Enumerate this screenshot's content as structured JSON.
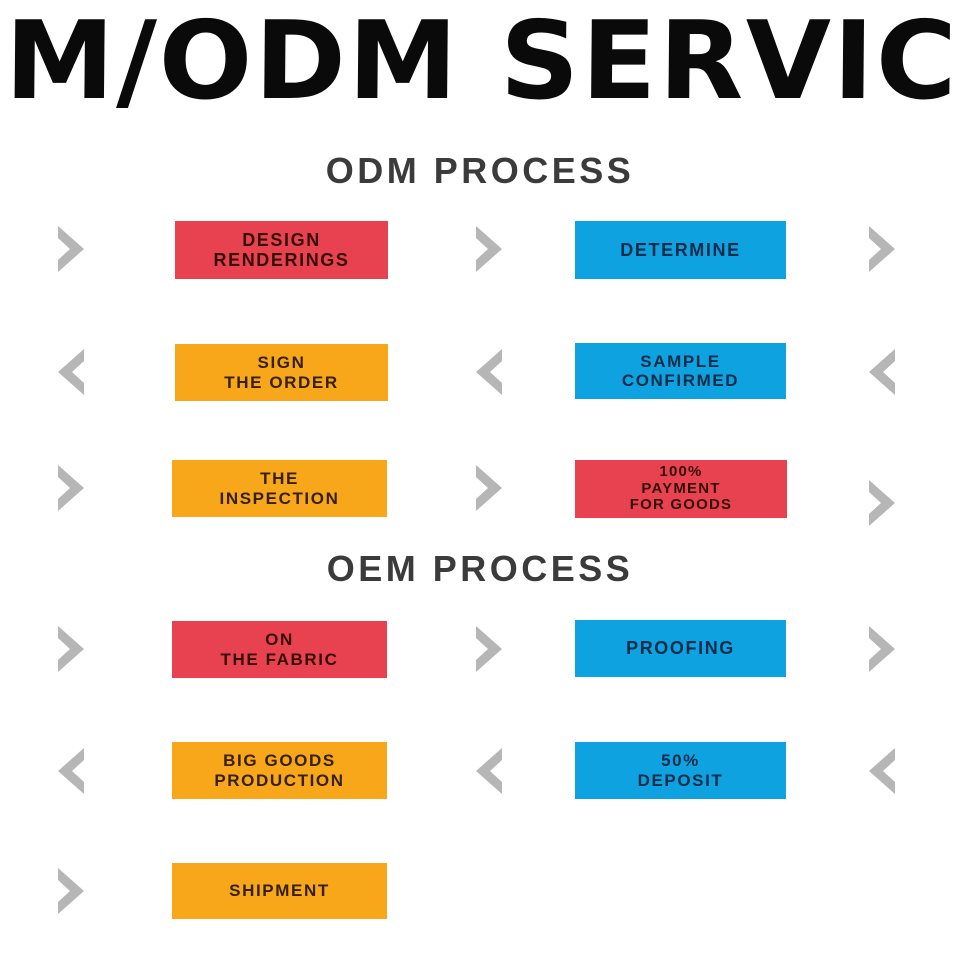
{
  "banner": {
    "title": "EM/ODM  SERVIC",
    "full_title_implied": "OEM/ODM SERVICE"
  },
  "sections": [
    {
      "id": "odm",
      "heading": "ODM PROCESS"
    },
    {
      "id": "oem",
      "heading": "OEM PROCESS"
    }
  ],
  "colors": {
    "red": "#e8414f",
    "orange": "#f8a61a",
    "blue": "#0fa2e0",
    "arrow_gray": "#b6b6b6",
    "heading_gray": "#3b3b3b",
    "background": "#ffffff"
  },
  "odm_steps": [
    {
      "label": "DESIGN\nRENDERINGS",
      "color": "red",
      "row": 1,
      "column": "left"
    },
    {
      "label": "DETERMINE",
      "color": "blue",
      "row": 1,
      "column": "right"
    },
    {
      "label": "SIGN\nTHE ORDER",
      "color": "orange",
      "row": 2,
      "column": "left"
    },
    {
      "label": "SAMPLE\nCONFIRMED",
      "color": "blue",
      "row": 2,
      "column": "right"
    },
    {
      "label": "THE\nINSPECTION",
      "color": "orange",
      "row": 3,
      "column": "left"
    },
    {
      "label": "100%\nPAYMENT\nFOR GOODS",
      "color": "red",
      "row": 3,
      "column": "right"
    }
  ],
  "oem_steps": [
    {
      "label": "ON\nTHE FABRIC",
      "color": "red",
      "row": 1,
      "column": "left"
    },
    {
      "label": "PROOFING",
      "color": "blue",
      "row": 1,
      "column": "right"
    },
    {
      "label": "BIG GOODS\nPRODUCTION",
      "color": "orange",
      "row": 2,
      "column": "left"
    },
    {
      "label": "50%\nDEPOSIT",
      "color": "blue",
      "row": 2,
      "column": "right"
    },
    {
      "label": "SHIPMENT",
      "color": "orange",
      "row": 3,
      "column": "left"
    }
  ],
  "arrows": {
    "right_icon": "chevron-right-icon",
    "left_icon": "chevron-left-icon",
    "odm": [
      {
        "row": 1,
        "dir": "right"
      },
      {
        "row": 2,
        "dir": "left"
      },
      {
        "row": 3,
        "dir": "right"
      }
    ],
    "oem": [
      {
        "row": 1,
        "dir": "right"
      },
      {
        "row": 2,
        "dir": "left"
      },
      {
        "row": 3,
        "dir": "right"
      }
    ]
  }
}
